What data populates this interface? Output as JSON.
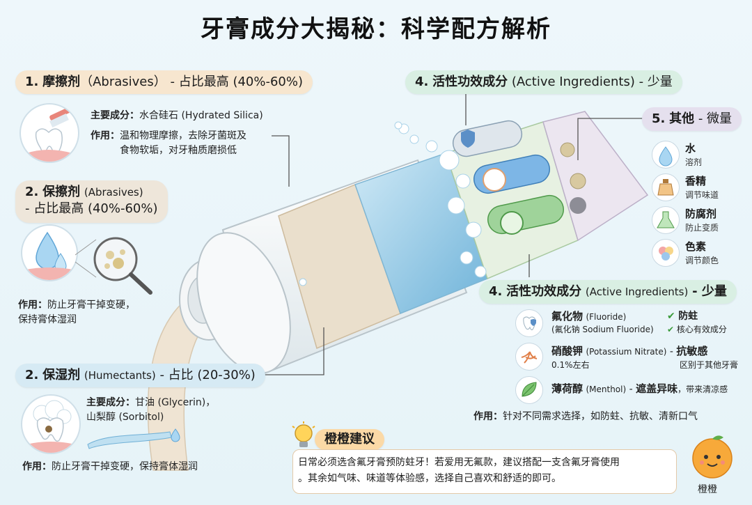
{
  "title": "牙膏成分大揭秘：科学配方解析",
  "abrasives": {
    "num": "1.",
    "name": "摩擦剂",
    "en": "（Abrasives）",
    "share": "- 占比最高 (40%-60%)",
    "main_label": "主要成分：",
    "main_value": "水合硅石 (Hydrated Silica)",
    "effect_label": "作用：",
    "effect_line1": "温和物理摩擦，去除牙菌斑及",
    "effect_line2": "食物软垢，对牙釉质磨损低"
  },
  "moist": {
    "num": "2.",
    "name": "保擦剂",
    "en": "(Abrasives)",
    "share": "- 占比最高 (40%-60%)",
    "effect_label": "作用：",
    "effect_line1": "防止牙膏干掉变硬，",
    "effect_line2": "保持膏体湿润"
  },
  "humectants": {
    "num": "2.",
    "name": "保湿剂",
    "en": "(Humectants)",
    "share": "- 占比 (20-30%)",
    "main_label": "主要成分：",
    "main_value": "甘油 (Glycerin)，",
    "main_line2": "山梨醇 (Sorbitol)",
    "effect_label": "作用：",
    "effect_value": "防止牙膏干掉变硬，保持膏体湿润"
  },
  "active_top": {
    "num": "4.",
    "name": "活性功效成分",
    "en": "(Active Ingredients)",
    "tail": "- 少量"
  },
  "others": {
    "num": "5.",
    "name": "其他",
    "tail": "- 微量",
    "items": [
      {
        "name": "水",
        "desc": "溶剂",
        "icon": "water-drop-icon"
      },
      {
        "name": "香精",
        "desc": "调节味道",
        "icon": "fragrance-bottle-icon"
      },
      {
        "name": "防腐剂",
        "desc": "防止变质",
        "icon": "flask-icon"
      },
      {
        "name": "色素",
        "desc": "调节颜色",
        "icon": "color-dots-icon"
      }
    ]
  },
  "active_detail": {
    "num": "4.",
    "name": "活性功效成分",
    "en": "(Active Ingredients)",
    "tail": "- 少量",
    "fluoride_name": "氟化物",
    "fluoride_en": "(Fluoride)",
    "fluoride_sub": "(氟化钠 Sodium Fluoride)",
    "check1": "防蛀",
    "check2": "核心有效成分",
    "nitrate_name": "硝酸钾",
    "nitrate_en": "(Potassium Nitrate)",
    "nitrate_dash": "-",
    "nitrate_effect": "抗敏感",
    "nitrate_sub": "0.1%左右",
    "nitrate_note": "区别于其他牙膏",
    "menthol_name": "薄荷醇",
    "menthol_en": "(Menthol)",
    "menthol_dash": "-",
    "menthol_effect": "遮盖异味",
    "menthol_note": "，带来清凉感",
    "effect_label": "作用：",
    "effect_value": "针对不同需求选择，如防蛀、抗敏、清新口气"
  },
  "advice": {
    "title": "橙橙建议",
    "line1": "日常必须选含氟牙膏预防蛀牙！若爱用无氟款，建议搭配一支含氟牙膏使用",
    "line2": "。其余如气味、味道等体验感，选择自己喜欢和舒适的即可。",
    "mascot_name": "橙橙"
  },
  "colors": {
    "peach": "#f7e6cf",
    "blue": "#d6eaf4",
    "mint": "#d9efe3",
    "lavender": "#e5e0ee",
    "check_green": "#3a9a3a"
  }
}
